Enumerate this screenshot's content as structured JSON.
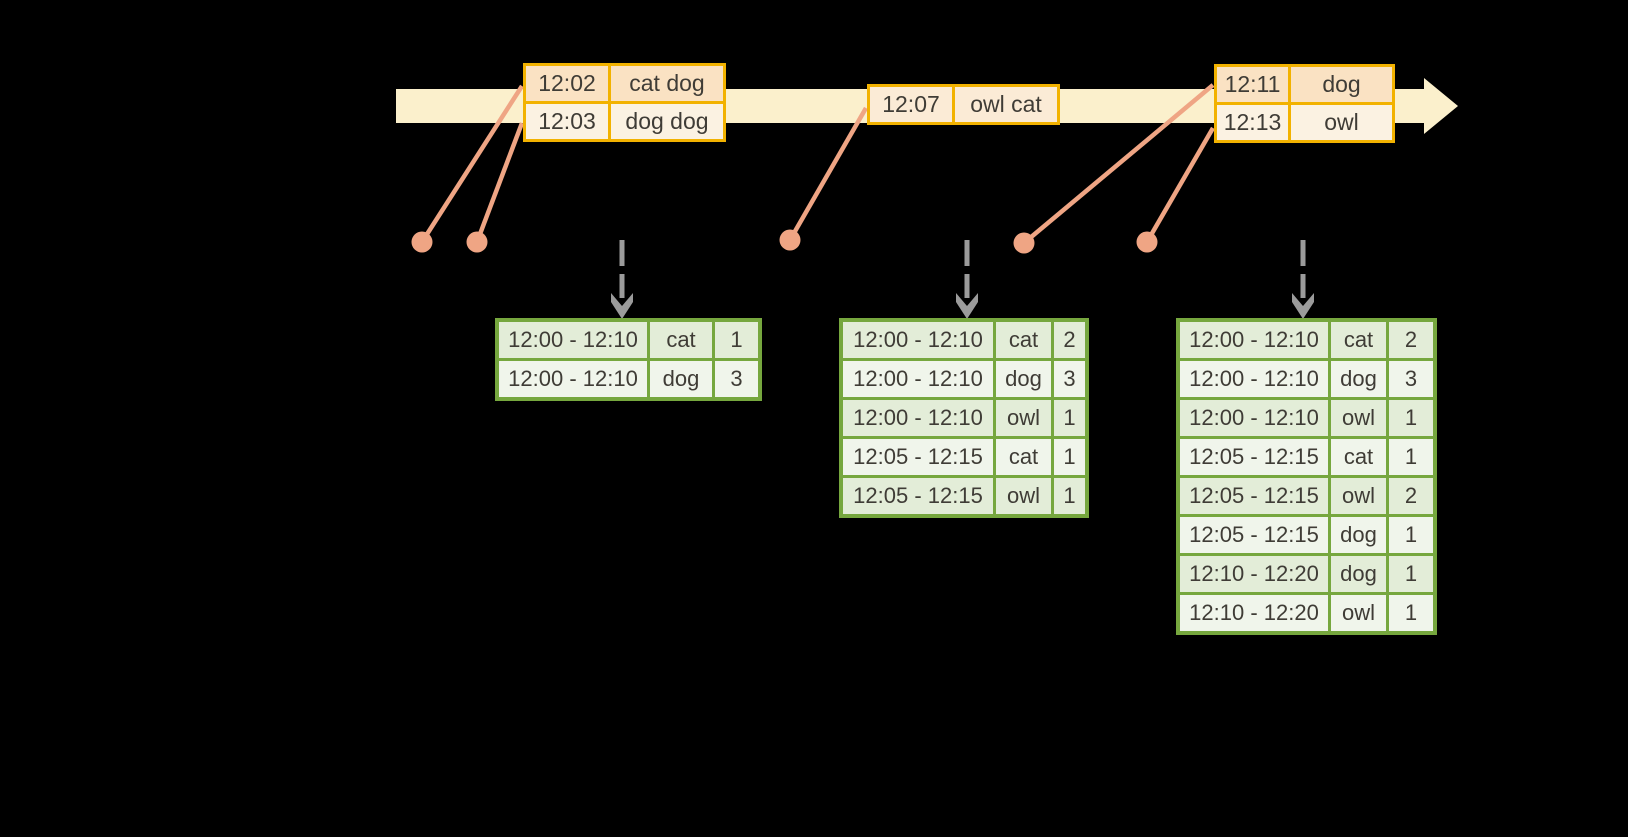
{
  "events": [
    {
      "rows": [
        {
          "time": "12:02",
          "words": "cat dog"
        },
        {
          "time": "12:03",
          "words": "dog dog"
        }
      ]
    },
    {
      "rows": [
        {
          "time": "12:07",
          "words": "owl cat"
        }
      ]
    },
    {
      "rows": [
        {
          "time": "12:11",
          "words": "dog"
        },
        {
          "time": "12:13",
          "words": "owl"
        }
      ]
    }
  ],
  "results": [
    {
      "rows": [
        [
          "12:00 - 12:10",
          "cat",
          "1"
        ],
        [
          "12:00 - 12:10",
          "dog",
          "3"
        ]
      ]
    },
    {
      "rows": [
        [
          "12:00 - 12:10",
          "cat",
          "2"
        ],
        [
          "12:00 - 12:10",
          "dog",
          "3"
        ],
        [
          "12:00 - 12:10",
          "owl",
          "1"
        ],
        [
          "12:05 - 12:15",
          "cat",
          "1"
        ],
        [
          "12:05 - 12:15",
          "owl",
          "1"
        ]
      ]
    },
    {
      "rows": [
        [
          "12:00 - 12:10",
          "cat",
          "2"
        ],
        [
          "12:00 - 12:10",
          "dog",
          "3"
        ],
        [
          "12:00 - 12:10",
          "owl",
          "1"
        ],
        [
          "12:05 - 12:15",
          "cat",
          "1"
        ],
        [
          "12:05 - 12:15",
          "owl",
          "2"
        ],
        [
          "12:05 - 12:15",
          "dog",
          "1"
        ],
        [
          "12:10 - 12:20",
          "dog",
          "1"
        ],
        [
          "12:10 - 12:20",
          "owl",
          "1"
        ]
      ]
    }
  ],
  "colors": {
    "background": "#000000",
    "timeline": "#FBF0CC",
    "event_border": "#F2B200",
    "event_row_peach": "#FAE2C3",
    "event_row_cream": "#FBF2E2",
    "event_row_mid": "#FBEBD6",
    "result_border": "#76A73E",
    "result_row_dark": "#E3EDD8",
    "result_row_light": "#F0F5EB",
    "connector": "#EFA584",
    "dashed_arrow": "#9B9B9B",
    "text": "#3F3C36"
  }
}
